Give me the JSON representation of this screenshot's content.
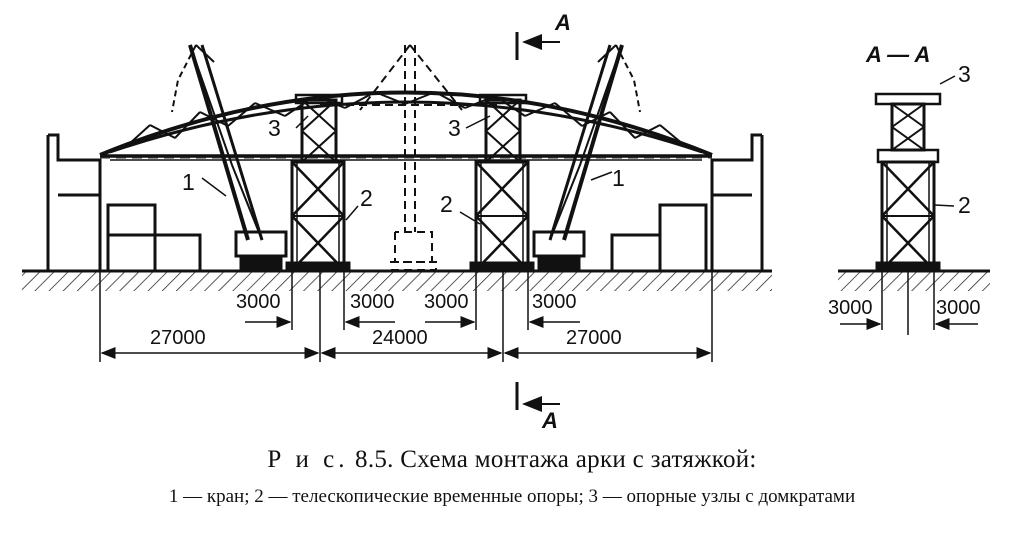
{
  "labels": {
    "crane": "1",
    "support": "2",
    "node": "3",
    "section_mark": "A",
    "section_title": "A — A"
  },
  "dimensions": {
    "d3000": "3000",
    "d24000": "24000",
    "d27000": "27000"
  },
  "caption": {
    "prefix": "Р и с.",
    "title": "8.5. Схема монтажа арки с затяжкой:",
    "legend": "1 — кран; 2 — телескопические временные опоры; 3 — опорные узлы с домкратами"
  }
}
